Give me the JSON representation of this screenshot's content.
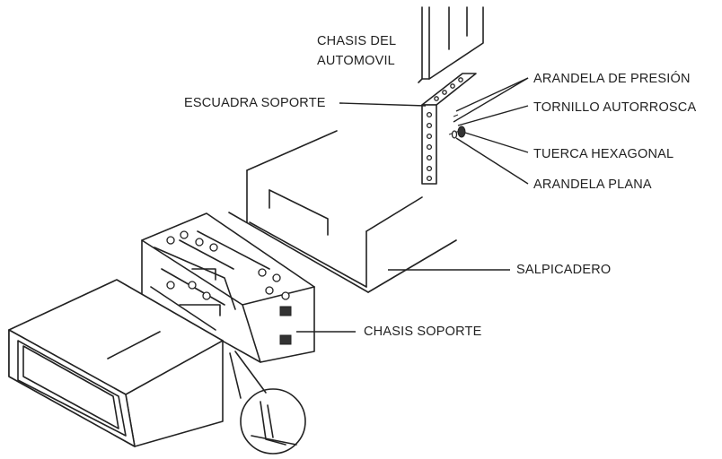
{
  "labels": {
    "chasis_automovil_1": "CHASIS DEL",
    "chasis_automovil_2": "AUTOMOVIL",
    "escuadra_soporte": "ESCUADRA SOPORTE",
    "arandela_presion": "ARANDELA DE PRESIÓN",
    "tornillo_autorrosca": "TORNILLO AUTORROSCA",
    "tuerca_hexagonal": "TUERCA HEXAGONAL",
    "arandela_plana": "ARANDELA PLANA",
    "salpicadero": "SALPICADERO",
    "chasis_soporte": "CHASIS SOPORTE"
  }
}
